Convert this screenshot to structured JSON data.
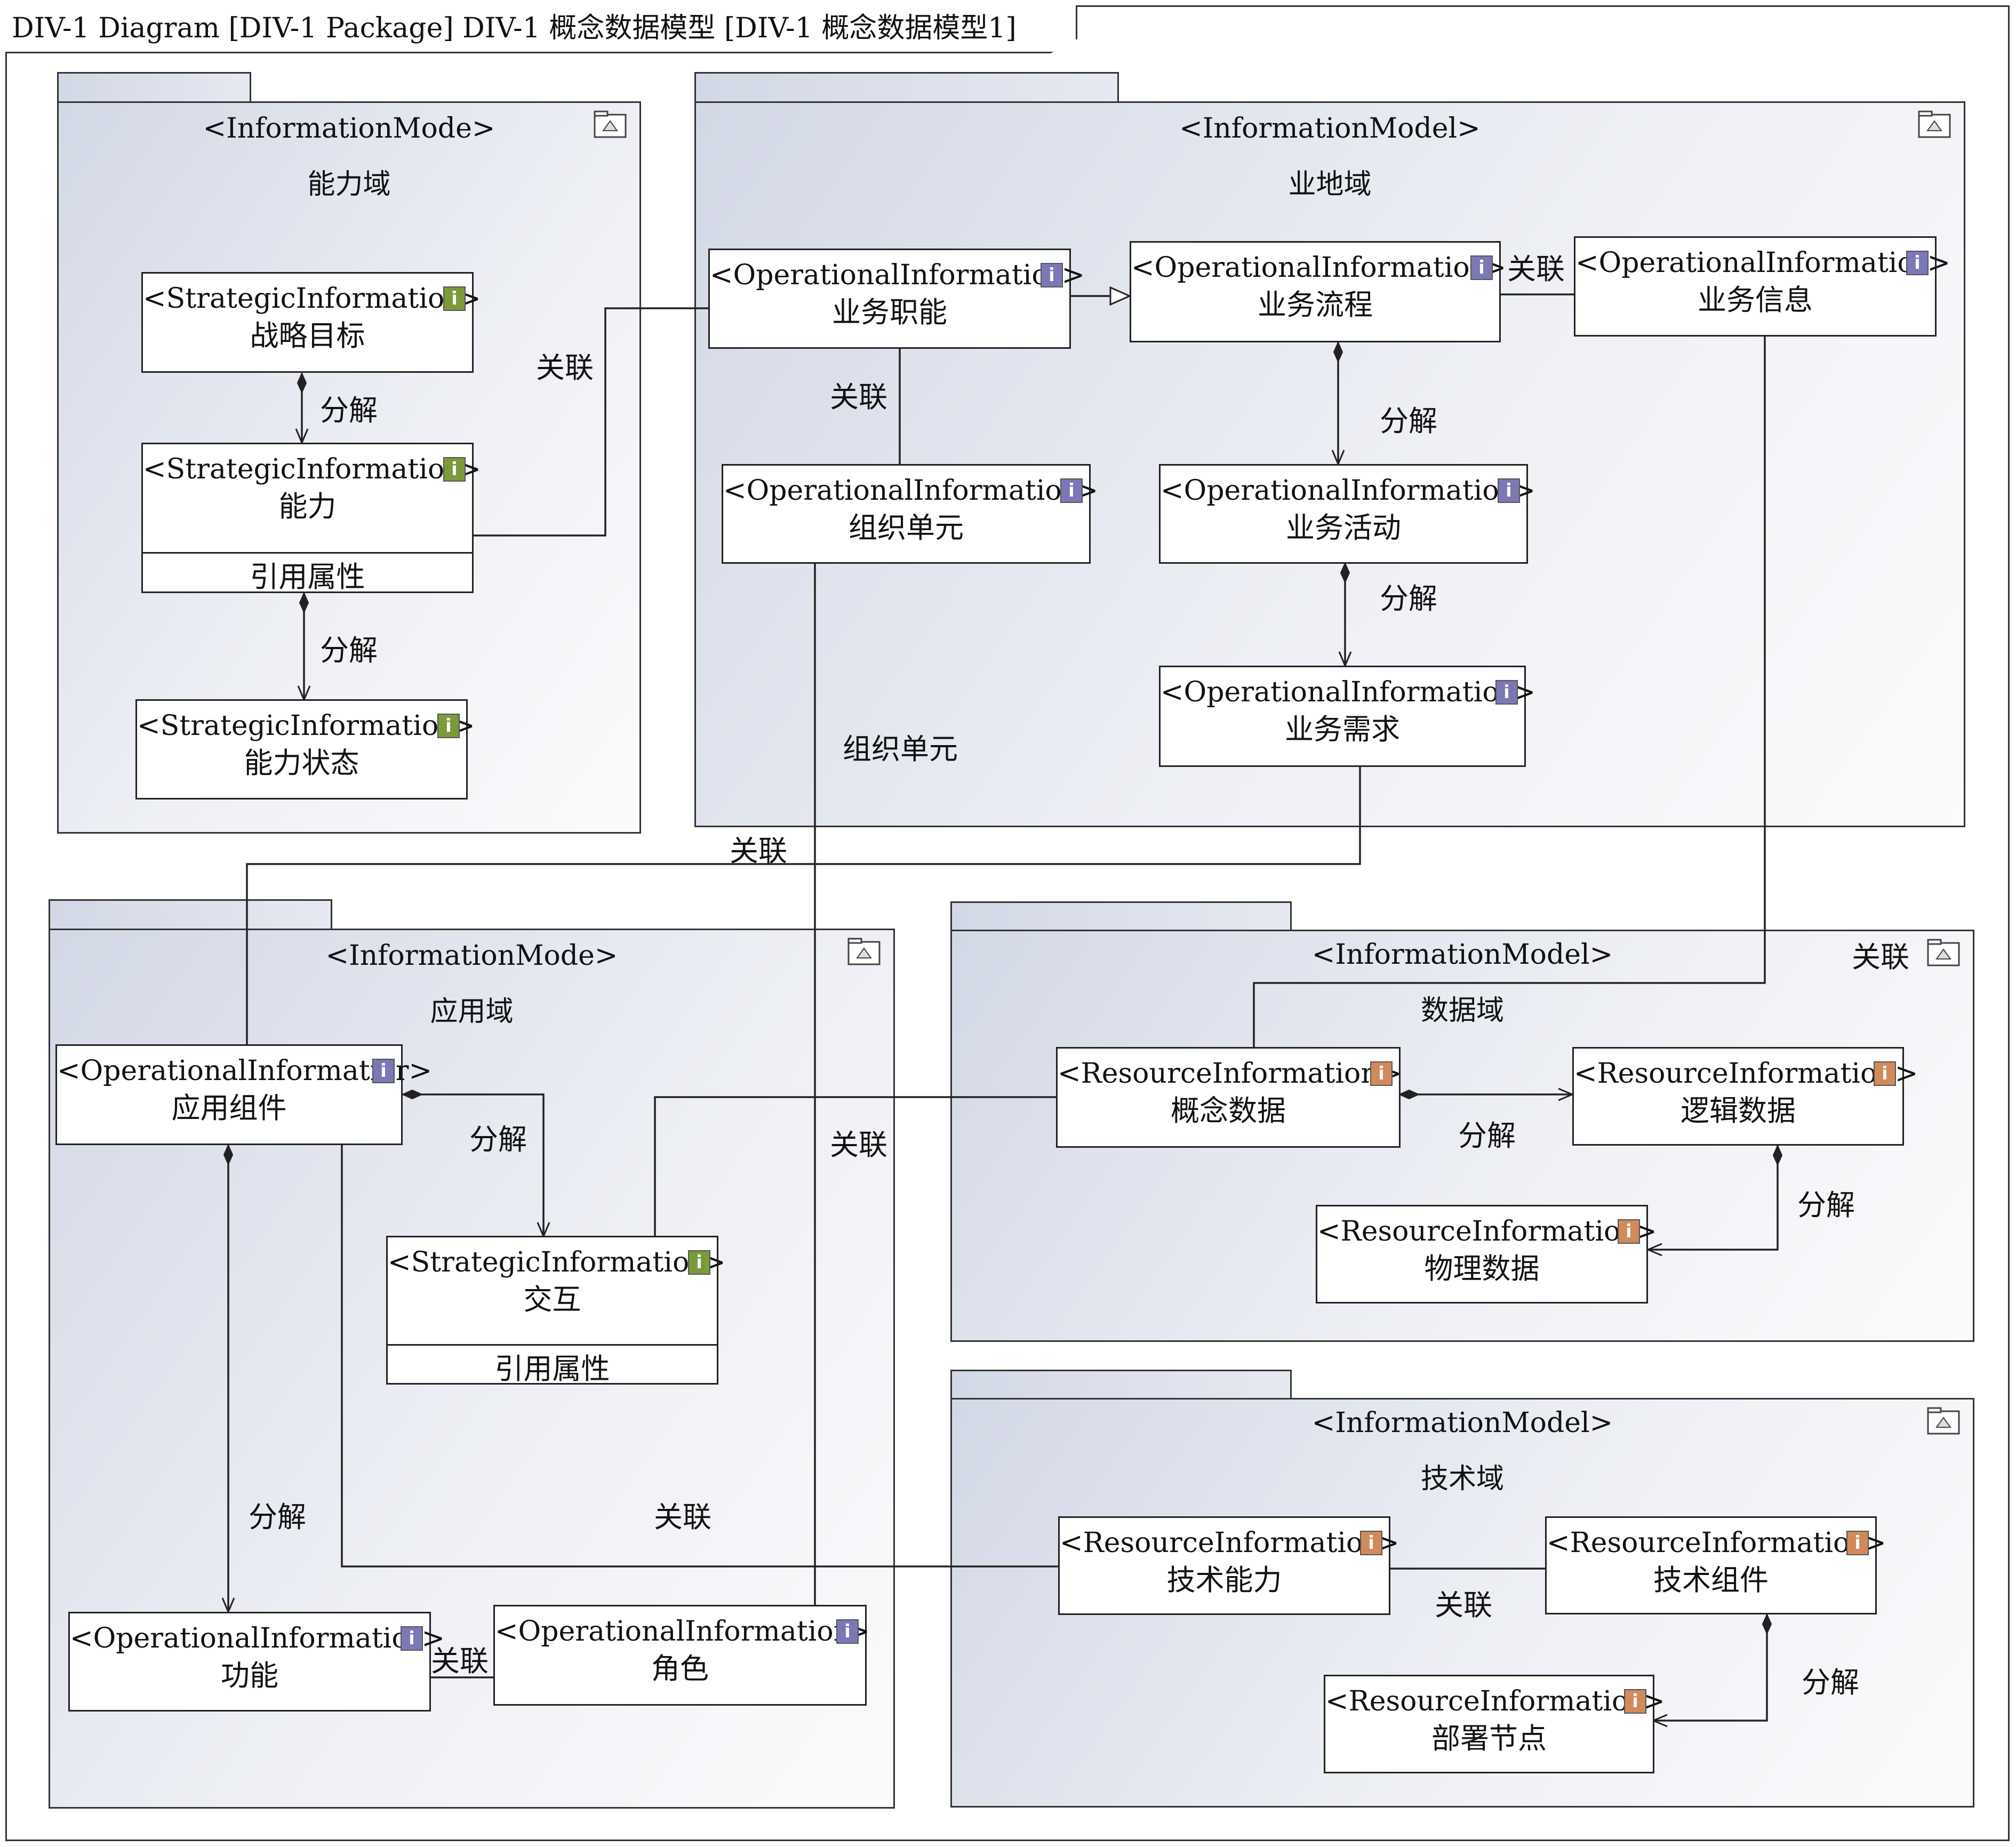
{
  "diagram_title": "DIV-1 Diagram [DIV-1 Package] DIV-1 概念数据模型 [DIV-1 概念数据模型1]",
  "colors": {
    "strategic_badge": "#7a9a3c",
    "operational_badge": "#7c78b6",
    "resource_badge": "#d08a5b",
    "line": "#222222"
  },
  "icons": {
    "package_icon": "package-icon",
    "badge_glyph": "i"
  },
  "packages": [
    {
      "id": "capability",
      "stereotype": "<InformationMode>",
      "name": "能力域"
    },
    {
      "id": "business",
      "stereotype": "<InformationModel>",
      "name": "业地域"
    },
    {
      "id": "application",
      "stereotype": "<InformationMode>",
      "name": "应用域"
    },
    {
      "id": "data",
      "stereotype": "<InformationModel>",
      "name": "数据域"
    },
    {
      "id": "technology",
      "stereotype": "<InformationModel>",
      "name": "技术域"
    }
  ],
  "elements": {
    "strategic_goal": {
      "stereotype": "<StrategicInformatior>",
      "name": "战略目标",
      "kind": "strategic"
    },
    "capability": {
      "stereotype": "<StrategicInformatior>",
      "name": "能力",
      "attr": "引用属性",
      "kind": "strategic"
    },
    "capability_state": {
      "stereotype": "<StrategicInformatior>",
      "name": "能力状态",
      "kind": "strategic"
    },
    "business_function": {
      "stereotype": "<OperationalInformatior>",
      "name": "业务职能",
      "kind": "operational"
    },
    "business_process": {
      "stereotype": "<OperationalInformatior>",
      "name": "业务流程",
      "kind": "operational"
    },
    "business_info": {
      "stereotype": "<OperationalInformatior>",
      "name": "业务信息",
      "kind": "operational"
    },
    "org_unit": {
      "stereotype": "<OperationalInformatior>",
      "name": "组织单元",
      "kind": "operational"
    },
    "business_activity": {
      "stereotype": "<OperationalInformatior>",
      "name": "业务活动",
      "kind": "operational"
    },
    "business_requirement": {
      "stereotype": "<OperationalInformatior>",
      "name": "业务需求",
      "kind": "operational"
    },
    "app_component": {
      "stereotype": "<OperationalInformatior>",
      "name": "应用组件",
      "kind": "operational"
    },
    "interaction": {
      "stereotype": "<StrategicInformatior>",
      "name": "交互",
      "attr": "引用属性",
      "kind": "strategic"
    },
    "function": {
      "stereotype": "<OperationalInformatior>",
      "name": "功能",
      "kind": "operational"
    },
    "role": {
      "stereotype": "<OperationalInformatior>",
      "name": "角色",
      "kind": "operational"
    },
    "conceptual_data": {
      "stereotype": "<ResourceInformation>",
      "name": "概念数据",
      "kind": "resource"
    },
    "logical_data": {
      "stereotype": "<ResourceInformation>",
      "name": "逻辑数据",
      "kind": "resource"
    },
    "physical_data": {
      "stereotype": "<ResourceInformatior>",
      "name": "物理数据",
      "kind": "resource"
    },
    "tech_capability": {
      "stereotype": "<ResourceInformatior>",
      "name": "技术能力",
      "kind": "resource"
    },
    "tech_component": {
      "stereotype": "<ResourceInformatior>",
      "name": "技术组件",
      "kind": "resource"
    },
    "deploy_node": {
      "stereotype": "<ResourceInformatior>",
      "name": "部署节点",
      "kind": "resource"
    }
  },
  "relation_labels": {
    "decompose": "分解",
    "associate": "关联",
    "org_unit_role": "组织单元"
  },
  "relations": [
    {
      "from": "strategic_goal",
      "to": "capability",
      "type": "composition",
      "label": "分解"
    },
    {
      "from": "capability",
      "to": "capability_state",
      "type": "composition",
      "label": "分解"
    },
    {
      "from": "capability",
      "to": "business_function",
      "type": "association",
      "label": "关联"
    },
    {
      "from": "business_function",
      "to": "business_process",
      "type": "generalization",
      "label": ""
    },
    {
      "from": "business_process",
      "to": "business_info",
      "type": "association",
      "label": "关联"
    },
    {
      "from": "business_function",
      "to": "org_unit",
      "type": "association",
      "label": "关联"
    },
    {
      "from": "business_process",
      "to": "business_activity",
      "type": "composition",
      "label": "分解"
    },
    {
      "from": "business_activity",
      "to": "business_requirement",
      "type": "composition",
      "label": "分解"
    },
    {
      "from": "org_unit",
      "to": "role",
      "type": "association",
      "label": "组织单元"
    },
    {
      "from": "business_requirement",
      "to": "app_component",
      "type": "association",
      "label": "关联"
    },
    {
      "from": "business_info",
      "to": "conceptual_data",
      "type": "association",
      "label": "关联"
    },
    {
      "from": "app_component",
      "to": "interaction",
      "type": "composition",
      "label": "分解"
    },
    {
      "from": "interaction",
      "to": "conceptual_data",
      "type": "association",
      "label": "关联"
    },
    {
      "from": "app_component",
      "to": "function",
      "type": "composition",
      "label": "分解"
    },
    {
      "from": "function",
      "to": "role",
      "type": "association",
      "label": "关联"
    },
    {
      "from": "app_component",
      "to": "tech_capability",
      "type": "association",
      "label": "关联"
    },
    {
      "from": "conceptual_data",
      "to": "logical_data",
      "type": "composition",
      "label": "分解"
    },
    {
      "from": "logical_data",
      "to": "physical_data",
      "type": "composition",
      "label": "分解"
    },
    {
      "from": "tech_capability",
      "to": "tech_component",
      "type": "association",
      "label": "关联"
    },
    {
      "from": "tech_component",
      "to": "deploy_node",
      "type": "composition",
      "label": "分解"
    }
  ]
}
